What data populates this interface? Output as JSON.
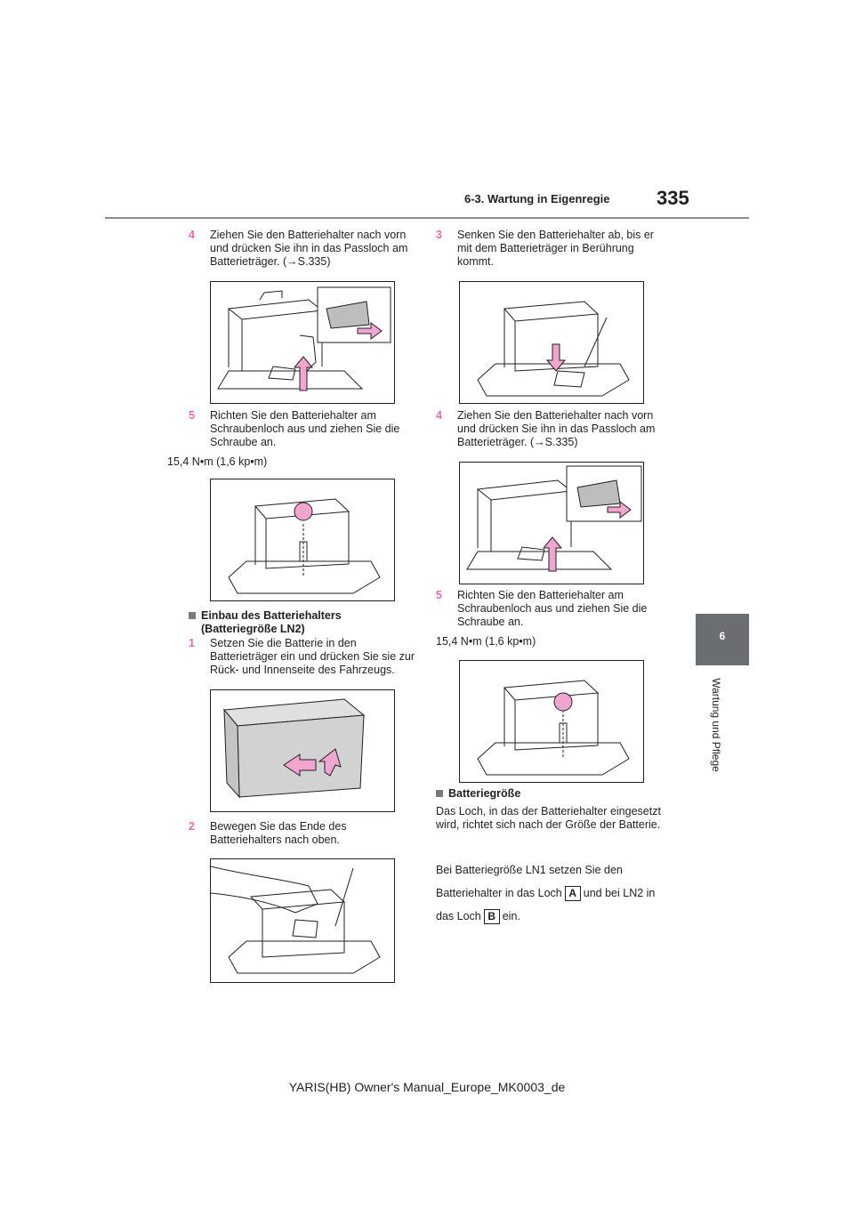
{
  "header": {
    "section": "6-3. Wartung in Eigenregie",
    "page_number": "335"
  },
  "side_tab": {
    "number": "6",
    "label": "Wartung und Pflege"
  },
  "left": {
    "s4_num": "4",
    "s4_text": "Ziehen Sie den Batteriehalter nach vorn und drücken Sie ihn in das Passloch am Batterieträger. (→S.335)",
    "s5_num": "5",
    "s5_text": "Richten Sie den Batteriehalter am Schraubenloch aus und ziehen Sie die Schraube an.",
    "torque": "15,4 N•m (1,6 kp•m)",
    "heading": "Einbau des Batteriehalters (Batteriegröße LN2)",
    "s1_num": "1",
    "s1_text": "Setzen Sie die Batterie in den Batterieträger ein und drücken Sie sie zur Rück- und Innenseite des Fahrzeugs.",
    "s2_num": "2",
    "s2_text": "Bewegen Sie das Ende des Batteriehalters nach oben."
  },
  "right": {
    "s3_num": "3",
    "s3_text": "Senken Sie den Batteriehalter ab, bis er mit dem Batterieträger in Berührung kommt.",
    "s4_num": "4",
    "s4_text": "Ziehen Sie den Batteriehalter nach vorn und drücken Sie ihn in das Passloch am Batterieträger. (→S.335)",
    "s5_num": "5",
    "s5_text": "Richten Sie den Batteriehalter am Schraubenloch aus und ziehen Sie die Schraube an.",
    "torque": "15,4 N•m (1,6 kp•m)",
    "heading": "Batteriegröße",
    "p1": "Das Loch, in das der Batteriehalter eingesetzt wird, richtet sich nach der Größe der Batterie.",
    "p2_a": "Bei Batteriegröße LN1 setzen Sie den Batteriehalter in das Loch",
    "badge_a": "A",
    "p2_b": "und bei LN2 in das Loch",
    "badge_b": "B",
    "p2_c": "ein."
  },
  "footer": "YARIS(HB) Owner's Manual_Europe_MK0003_de",
  "colors": {
    "accent": "#e06fa8",
    "arrow_fill": "#f1a6cf",
    "tab": "#6b6e70"
  }
}
